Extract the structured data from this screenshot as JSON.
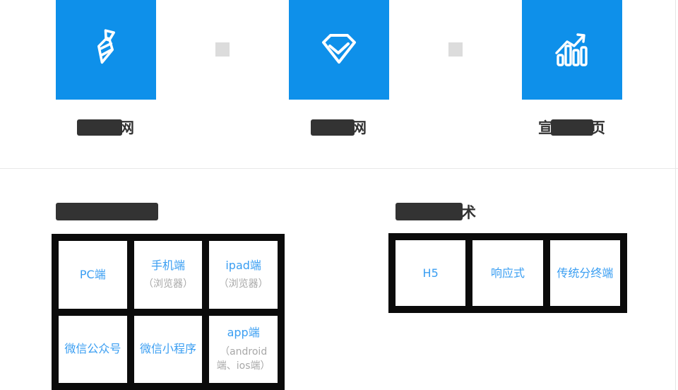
{
  "theme": {
    "tile_blue": "#0e90ea",
    "cell_text_blue": "#3a9ef2",
    "subtitle_gray": "#a8a8a8",
    "dark_text": "#333333",
    "grid_border_black": "#0b0b0b",
    "connector_gray": "#dcdcdc",
    "divider_gray": "#e8e8e8"
  },
  "siteTypes": {
    "items": [
      {
        "icon": "tie-icon",
        "label": {
          "prefix": "",
          "suffix": "网"
        }
      },
      {
        "icon": "gem-icon",
        "label": {
          "prefix": "",
          "suffix": "网"
        }
      },
      {
        "icon": "growth-chart-icon",
        "label": {
          "prefix": "宣",
          "suffix": "页"
        }
      }
    ]
  },
  "terminalSection": {
    "headingPrefix": "",
    "headingSuffix": "",
    "cells": [
      {
        "title": "PC端",
        "subtitle": ""
      },
      {
        "title": "手机端",
        "subtitle": "（浏览器）"
      },
      {
        "title": "ipad端",
        "subtitle": "（浏览器）"
      },
      {
        "title": "微信公众号",
        "subtitle": ""
      },
      {
        "title": "微信小程序",
        "subtitle": ""
      },
      {
        "title": "app端",
        "subtitle": "（android端、ios端）"
      }
    ]
  },
  "techSection": {
    "headingSuffix": "术",
    "cells": [
      {
        "title": "H5"
      },
      {
        "title": "响应式"
      },
      {
        "title": "传统分终端"
      }
    ]
  }
}
